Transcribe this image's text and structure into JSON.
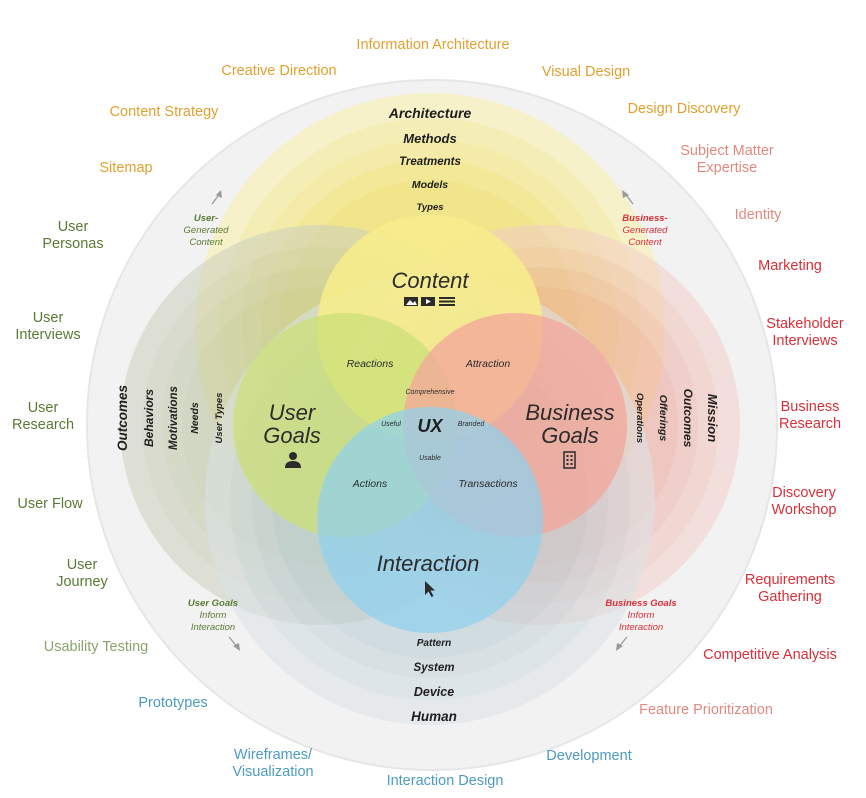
{
  "colors": {
    "orange": "#e0a12f",
    "red": "#d8303a",
    "red_light": "#e08a82",
    "green": "#5a7a35",
    "green_light": "#8ba36d",
    "blue": "#4d9bbf",
    "content_fill": "#f6ec8c",
    "business_fill": "#f3a59b",
    "user_fill": "#cbe07a",
    "interaction_fill": "#8fd1ee"
  },
  "outer_labels": {
    "information_architecture": "Information Architecture",
    "creative_direction": "Creative Direction",
    "visual_design": "Visual Design",
    "content_strategy": "Content Strategy",
    "design_discovery": "Design Discovery",
    "sitemap": "Sitemap",
    "subject_matter_1": "Subject Matter",
    "subject_matter_2": "Expertise",
    "identity": "Identity",
    "user_personas_1": "User",
    "user_personas_2": "Personas",
    "marketing": "Marketing",
    "user_interviews_1": "User",
    "user_interviews_2": "Interviews",
    "stakeholder_1": "Stakeholder",
    "stakeholder_2": "Interviews",
    "user_research_1": "User",
    "user_research_2": "Research",
    "business_research_1": "Business",
    "business_research_2": "Research",
    "user_flow": "User Flow",
    "discovery_workshop_1": "Discovery",
    "discovery_workshop_2": "Workshop",
    "user_journey_1": "User",
    "user_journey_2": "Journey",
    "requirements_1": "Requirements",
    "requirements_2": "Gathering",
    "usability_testing": "Usability Testing",
    "competitive_analysis": "Competitive Analysis",
    "prototypes": "Prototypes",
    "feature_prioritization": "Feature Prioritization",
    "wireframes_1": "Wireframes/",
    "wireframes_2": "Visualization",
    "development": "Development",
    "interaction_design": "Interaction Design"
  },
  "content_rings": [
    "Architecture",
    "Methods",
    "Treatments",
    "Models",
    "Types"
  ],
  "interaction_rings": [
    "Pattern",
    "System",
    "Device",
    "Human"
  ],
  "user_rings": [
    "Outcomes",
    "Behaviors",
    "Motivations",
    "Needs",
    "User Types"
  ],
  "business_rings": [
    "Operations",
    "Offerings",
    "Outcomes",
    "Mission"
  ],
  "circles": {
    "content": "Content",
    "user_goals_1": "User",
    "user_goals_2": "Goals",
    "business_goals_1": "Business",
    "business_goals_2": "Goals",
    "interaction": "Interaction",
    "ux": "UX"
  },
  "overlaps": {
    "reactions": "Reactions",
    "attraction": "Attraction",
    "actions": "Actions",
    "transactions": "Transactions",
    "comprehensive": "Comprehensive",
    "useful": "Useful",
    "branded": "Branded",
    "usable": "Usable"
  },
  "annotations": {
    "ugc_bold": "User-",
    "ugc_2": "Generated",
    "ugc_3": "Content",
    "bgc_bold": "Business-",
    "bgc_2": "Generated",
    "bgc_3": "Content",
    "ugi_bold": "User Goals",
    "ugi_2": "Inform",
    "ugi_3": "Interaction",
    "bgi_bold": "Business Goals",
    "bgi_2": "Inform",
    "bgi_3": "Interaction"
  }
}
